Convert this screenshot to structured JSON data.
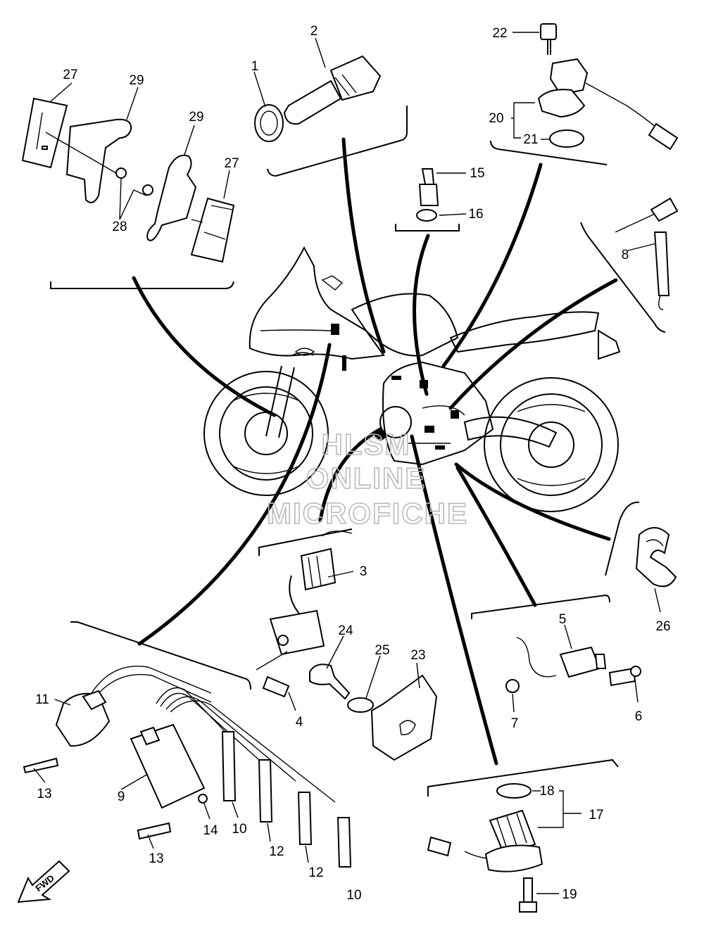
{
  "watermark": {
    "line1": "HLSM",
    "line2": "ONLINE",
    "line3": "MICROFICHE"
  },
  "direction_tag": "FWD",
  "callouts": {
    "c1": "1",
    "c2": "2",
    "c3": "3",
    "c4": "4",
    "c5": "5",
    "c6": "6",
    "c7": "7",
    "c8": "8",
    "c9": "9",
    "c10a": "10",
    "c10b": "10",
    "c11": "11",
    "c12a": "12",
    "c12b": "12",
    "c13a": "13",
    "c13b": "13",
    "c14": "14",
    "c15": "15",
    "c16": "16",
    "c17": "17",
    "c18": "18",
    "c19": "19",
    "c20": "20",
    "c21": "21",
    "c22": "22",
    "c23": "23",
    "c24": "24",
    "c25": "25",
    "c26": "26",
    "c27a": "27",
    "c27b": "27",
    "c28": "28",
    "c29a": "29",
    "c29b": "29"
  }
}
